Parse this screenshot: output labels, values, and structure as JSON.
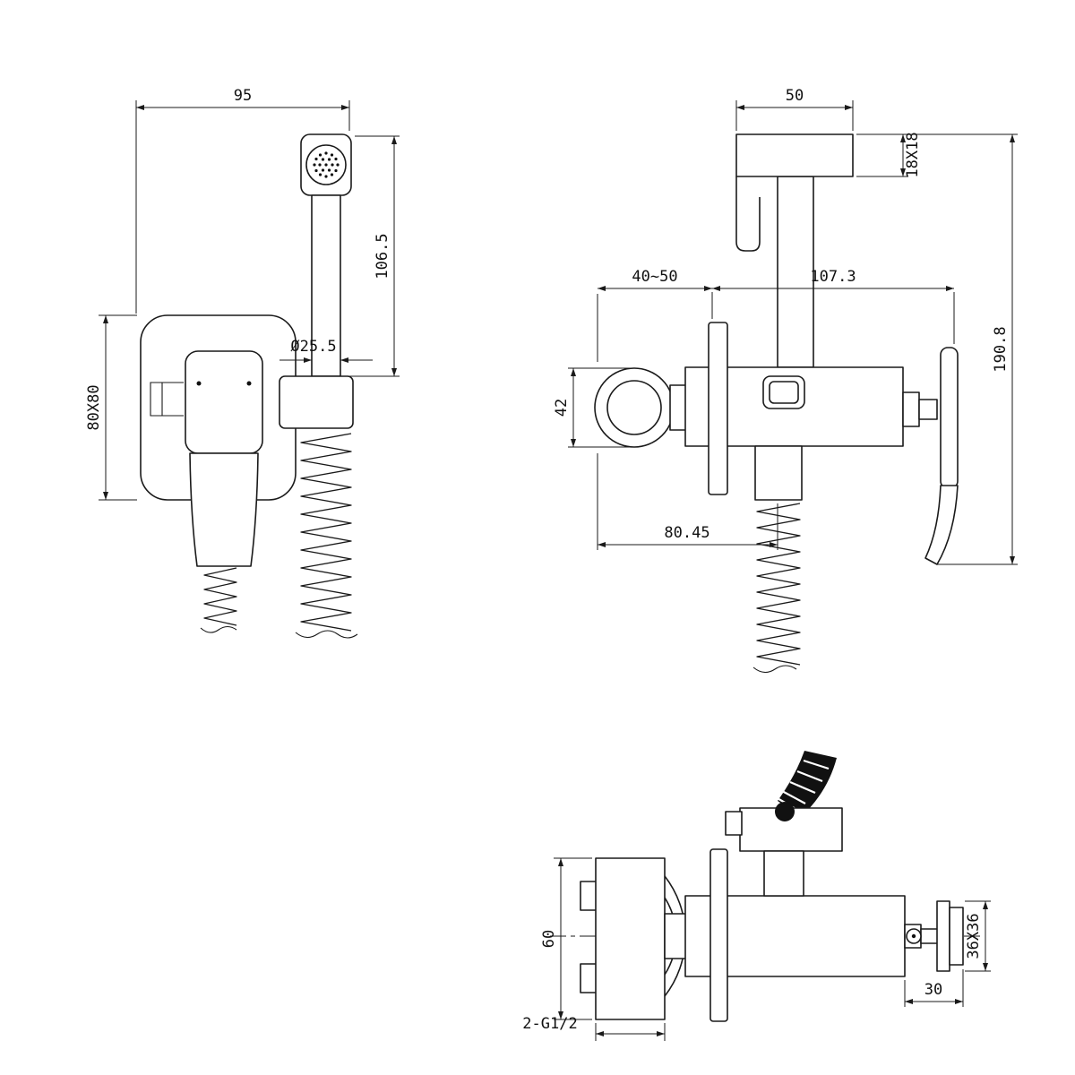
{
  "colors": {
    "line": "#1a1a1a",
    "background": "#ffffff"
  },
  "views": {
    "front": {
      "dims": {
        "width": "95",
        "sprayer_height": "106.5",
        "sprayer_diameter": "Ø25.5",
        "plate_size": "80X80"
      }
    },
    "side": {
      "dims": {
        "holder_width": "50",
        "holder_section": "18X18",
        "wall_depth": "40~50",
        "body_length": "107.3",
        "inlet_diameter": "42",
        "overall_height": "190.8",
        "outlet_offset": "80.45"
      }
    },
    "bottom": {
      "dims": {
        "inlet_height": "60",
        "cap_size": "36X36",
        "cap_depth": "30",
        "thread": "2-G1/2"
      }
    }
  }
}
